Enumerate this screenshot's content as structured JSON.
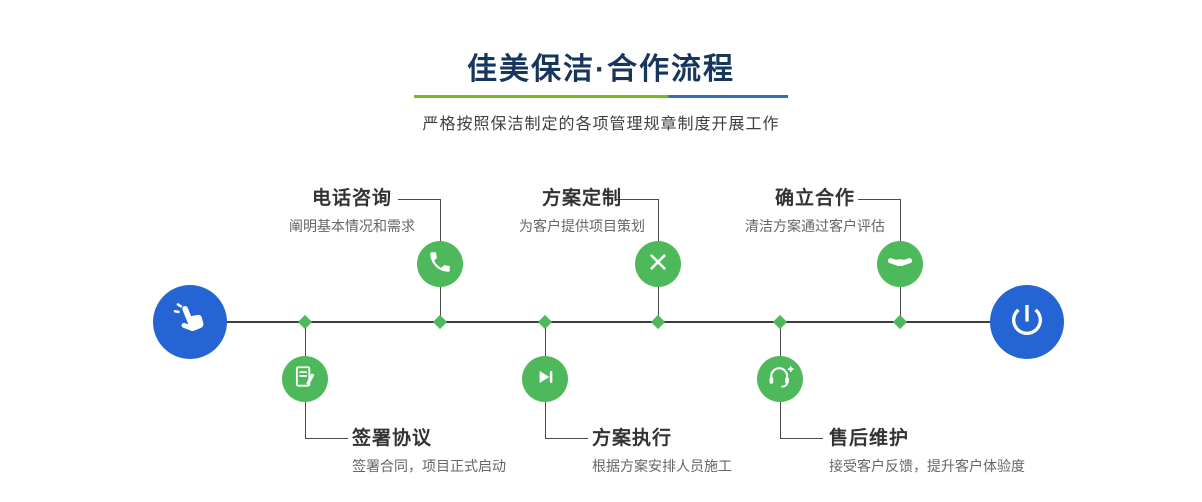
{
  "header": {
    "title": "佳美保洁·合作流程",
    "subtitle": "严格按照保洁制定的各项管理规章制度开展工作"
  },
  "steps_top": [
    {
      "title": "电话咨询",
      "desc": "阐明基本情况和需求",
      "icon": "phone-icon"
    },
    {
      "title": "方案定制",
      "desc": "为客户提供项目策划",
      "icon": "design-tools-icon"
    },
    {
      "title": "确立合作",
      "desc": "清洁方案通过客户评估",
      "icon": "handshake-icon"
    }
  ],
  "steps_bottom": [
    {
      "title": "签署协议",
      "desc": "签署合同，项目正式启动",
      "icon": "contract-sign-icon"
    },
    {
      "title": "方案执行",
      "desc": "根据方案安排人员施工",
      "icon": "play-execute-icon"
    },
    {
      "title": "售后维护",
      "desc": "接受客户反馈，提升客户体验度",
      "icon": "headset-support-icon"
    }
  ],
  "timeline": {
    "start_icon": "hand-pointer-icon",
    "end_icon": "power-icon"
  },
  "colors": {
    "primary_blue": "#2465d3",
    "node_green": "#4eb95a",
    "title_navy": "#17365d",
    "underline_green": "#76b82a",
    "underline_blue": "#2e74b5"
  }
}
